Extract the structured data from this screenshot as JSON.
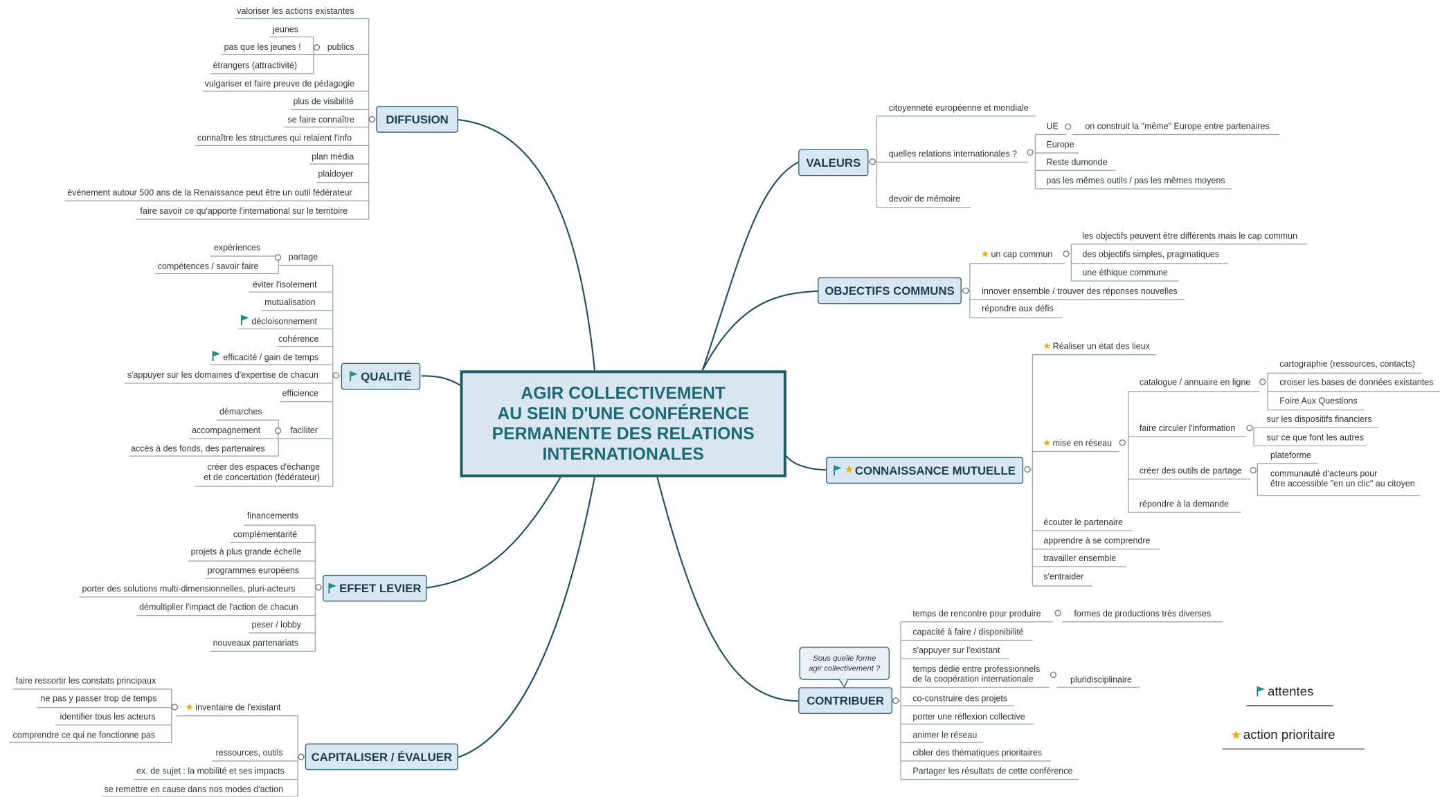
{
  "center": {
    "title": "AGIR COLLECTIVEMENT\nAU SEIN D'UNE CONFÉRENCE\nPERMANENTE DES RELATIONS\nINTERNATIONALES"
  },
  "branches": {
    "diffusion": "DIFFUSION",
    "qualite": "QUALITÉ",
    "effet_levier": "EFFET LEVIER",
    "capitaliser": "CAPITALISER / ÉVALUER",
    "valeurs": "VALEURS",
    "objectifs": "OBJECTIFS COMMUNS",
    "connaissance": "CONNAISSANCE MUTUELLE",
    "contribuer": "CONTRIBUER"
  },
  "diffusion": {
    "valoriser": "valoriser les actions existantes",
    "publics": "publics",
    "jeunes": "jeunes",
    "pas_que": "pas que les jeunes !",
    "etrangers": "étrangers (attractivité)",
    "vulgariser": "vulgariser et faire preuve de pédagogie",
    "visibilite": "plus de visibilité",
    "connaitre": "se faire connaître",
    "structures": "connaître les structures qui relaient l'info",
    "plan_media": "plan média",
    "plaidoyer": "plaidoyer",
    "evenement": "événement autour 500 ans de la Renaissance peut être un outil fédérateur",
    "faire_savoir": "faire savoir ce qu'apporte l'international sur le territoire"
  },
  "qualite": {
    "partage": "partage",
    "experiences": "expériences",
    "competences": "compétences / savoir faire",
    "isolement": "éviter l'isolement",
    "mutualisation": "mutualisation",
    "decloisonnement": "décloisonnement",
    "coherence": "cohérence",
    "efficacite": "efficacité / gain de temps",
    "expertise": "s'appuyer sur les domaines d'expertise de chacun",
    "efficience": "efficience",
    "faciliter": "faciliter",
    "demarches": "démarches",
    "accompagnement": "accompagnement",
    "acces": "accès à des fonds, des partenaires",
    "espaces": "créer des espaces d'échange\net de concertation (fédérateur)"
  },
  "effet_levier": {
    "financements": "financements",
    "complementarite": "complémentarité",
    "projets": "projets à plus grande échelle",
    "programmes": "programmes européens",
    "solutions": "porter des solutions multi-dimensionnelles, pluri-acteurs",
    "demultiplier": "démultiplier l'impact de l'action de chacun",
    "peser": "peser / lobby",
    "partenariats": "nouveaux partenariats"
  },
  "capitaliser": {
    "inventaire": "inventaire de l'existant",
    "ressortir": "faire ressortir les constats principaux",
    "passer": "ne pas y passer trop de temps",
    "acteurs": "identifier tous les acteurs",
    "comprendre": "comprendre ce qui ne fonctionne pas",
    "ressources": "ressources, outils",
    "sujet": "ex. de sujet : la mobilité et ses impacts",
    "remettre": "se remettre en cause dans nos modes d'action"
  },
  "valeurs": {
    "citoyennete": "citoyenneté européenne et mondiale",
    "relations": "quelles relations internationales ?",
    "ue": "UE",
    "meme_europe": "on construit la \"même\" Europe entre partenaires",
    "europe": "Europe",
    "reste": "Reste dumonde",
    "outils": "pas les mêmes outils / pas les mêmes moyens",
    "memoire": "devoir de mémoire"
  },
  "objectifs": {
    "cap": "un cap commun",
    "differents": "les objectifs peuvent être différents mais le cap commun",
    "simples": "des objectifs simples, pragmatiques",
    "ethique": "une éthique commune",
    "innover": "innover ensemble / trouver des réponses nouvelles",
    "defis": "répondre aux défis"
  },
  "connaissance": {
    "etat": "Réaliser un état des lieux",
    "reseau": "mise en réseau",
    "catalogue": "catalogue / annuaire en ligne",
    "cartographie": "cartographie (ressources, contacts)",
    "croiser": "croiser les bases de données existantes",
    "faq": "Foire Aux Questions",
    "circuler": "faire circuler l'information",
    "dispositifs": "sur les dispositifs financiers",
    "autres": "sur ce que font les autres",
    "outils_partage": "créer des outils de partage",
    "plateforme": "plateforme",
    "communaute": "communauté d'acteurs pour\nêtre accessible \"en un clic\" au citoyen",
    "demande": "répondre à la demande",
    "ecouter": "écouter le partenaire",
    "apprendre": "apprendre à se comprendre",
    "travailler": "travailler ensemble",
    "entraider": "s'entraider"
  },
  "contribuer": {
    "callout": "Sous quelle forme\nagir collectivement ?",
    "rencontre": "temps de rencontre pour produire",
    "formes": "formes de productions très diverses",
    "capacite": "capacité à faire / disponibilité",
    "appuyer": "s'appuyer sur l'existant",
    "temps_dedie": "temps dédié entre professionnels\nde la coopération internationale",
    "pluri": "pluridisciplinaire",
    "coconstruire": "co-construire des projets",
    "reflexion": "porter une réflexion collective",
    "animer": "animer le réseau",
    "cibler": "cibler des thématiques prioritaires",
    "partager": "Partager les résultats de cette conférence"
  },
  "legend": {
    "attentes": "attentes",
    "prioritaire": "action prioritaire"
  },
  "colors": {
    "branch_line": "#1e4f63",
    "leaf_line": "#9aa8b0",
    "flag": "#1f8f8a",
    "star": "#f2a900"
  }
}
